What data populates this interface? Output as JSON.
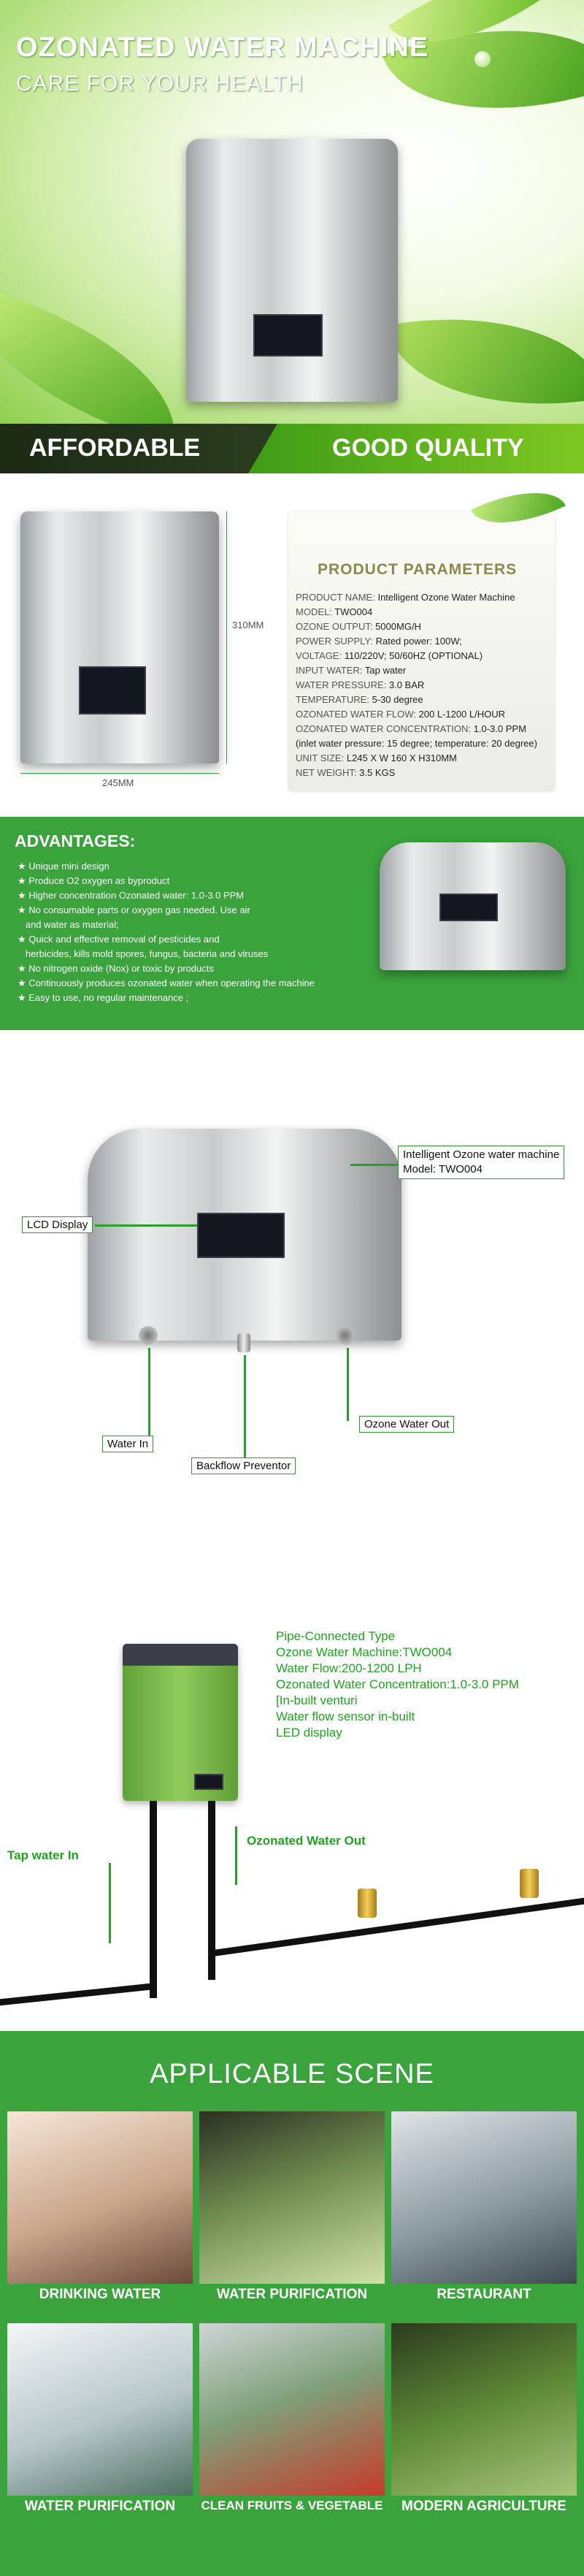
{
  "hero": {
    "title": "OZONATED WATER MACHINE",
    "subtitle": "CARE FOR YOUR HEALTH"
  },
  "banner": {
    "left": "AFFORDABLE",
    "right": "GOOD QUALITY"
  },
  "params": {
    "height_label": "310MM",
    "width_label": "245MM",
    "title": "PRODUCT PARAMETERS",
    "rows": [
      {
        "k": "PRODUCT NAME:",
        "v": "Intelligent Ozone Water Machine"
      },
      {
        "k": "MODEL:",
        "v": "TWO004"
      },
      {
        "k": "OZONE OUTPUT:",
        "v": "5000MG/H"
      },
      {
        "k": "POWER SUPPLY:",
        "v": "Rated power: 100W;"
      },
      {
        "k": "VOLTAGE:",
        "v": "110/220V; 50/60HZ (OPTIONAL)"
      },
      {
        "k": "INPUT WATER:",
        "v": "Tap water"
      },
      {
        "k": "WATER PRESSURE:",
        "v": "3.0 BAR"
      },
      {
        "k": "TEMPERATURE:",
        "v": "5-30 degree"
      },
      {
        "k": "OZONATED WATER FLOW:",
        "v": "200 L-1200 L/HOUR"
      },
      {
        "k": "OZONATED WATER CONCENTRATION:",
        "v": "1.0-3.0 PPM"
      },
      {
        "k": "",
        "v": "(inlet water pressure: 15 degree; temperature: 20 degree)"
      },
      {
        "k": "UNIT SIZE:",
        "v": "L245 X W 160 X H310MM"
      },
      {
        "k": "NET WEIGHT:",
        "v": "3.5 KGS"
      }
    ]
  },
  "advantages": {
    "title": "ADVANTAGES:",
    "items": [
      "★ Unique mini design",
      "★ Produce O2 oxygen as byproduct",
      "★ Higher concentration Ozonated water: 1.0-3.0 PPM",
      "★ No consumable parts or oxygen gas needed. Use air",
      "   and water as material;",
      "★ Quick and effective removal of pesticides and",
      "   herbicides, kills mold spores, fungus, bacteria and viruses",
      "★ No nitrogen oxide (Nox) or toxic by products",
      "★ Continuously produces ozonated water when operating the machine",
      "★ Easy to use, no regular maintenance ;"
    ]
  },
  "diagram": {
    "callout_top_line1": "Intelligent Ozone water machine",
    "callout_top_line2": "Model:  TWO004",
    "lcd": "LCD Display",
    "water_in": "Water In",
    "backflow": "Backflow Preventor",
    "ozone_out": "Ozone Water Out"
  },
  "pipe": {
    "specs": [
      "Pipe-Connected Type",
      "Ozone Water Machine:TWO004",
      "Water Flow:200-1200 LPH",
      "Ozonated Water Concentration:1.0-3.0 PPM",
      "[In-built venturi",
      "Water flow sensor in-built",
      "LED display"
    ],
    "tap_in": "Tap water In",
    "ozonated_out": "Ozonated Water Out"
  },
  "scene": {
    "title": "APPLICABLE SCENE",
    "tiles": [
      {
        "label": "DRINKING WATER"
      },
      {
        "label": "WATER PURIFICATION"
      },
      {
        "label": "RESTAURANT"
      },
      {
        "label": "WATER PURIFICATION"
      },
      {
        "label": "CLEAN FRUITS & VEGETABLE"
      },
      {
        "label": "MODERN AGRICULTURE"
      }
    ]
  },
  "colors": {
    "brand_green": "#3aa33c",
    "dark_banner": "#1c2a14",
    "accent_green_text": "#1fa31f"
  }
}
